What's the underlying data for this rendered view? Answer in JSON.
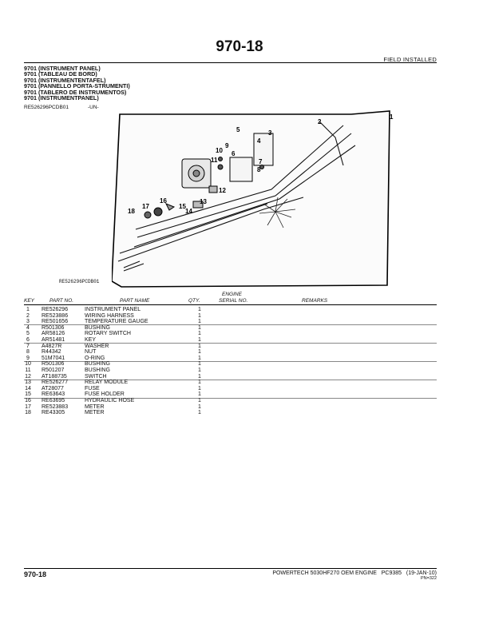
{
  "page_title": "970-18",
  "field_installed": "FIELD  INSTALLED",
  "titles": [
    "9701 (INSTRUMENT PANEL)",
    "9701 (TABLEAU DE BORD)",
    "9701 (INSTRUMENTENTAFEL)",
    "9701 (PANNELLO PORTA-STRUMENTI)",
    "9701 (TABLERO DE INSTRUMENTOS)",
    "9701 (INSTRUMENTPANEL)"
  ],
  "image_ref": "RE526296PCDB01",
  "image_un": "-UN-",
  "illustration": {
    "ref_label": "RE526296PCDB01",
    "callouts": [
      "1",
      "2",
      "3",
      "4",
      "5",
      "6",
      "7",
      "8",
      "9",
      "10",
      "11",
      "12",
      "13",
      "14",
      "15",
      "16",
      "17",
      "18"
    ]
  },
  "table": {
    "engine_header": "ENGINE",
    "headers": {
      "key": "KEY",
      "part_no": "PART NO.",
      "part_name": "PART NAME",
      "qty": "QTY.",
      "serial": "SERIAL NO.",
      "remarks": "REMARKS"
    },
    "rows": [
      {
        "key": "1",
        "part": "RE526296",
        "name": "INSTRUMENT PANEL",
        "qty": "1"
      },
      {
        "key": "2",
        "part": "RE523886",
        "name": "WIRING HARNESS",
        "qty": "1"
      },
      {
        "key": "3",
        "part": "RE501656",
        "name": "TEMPERATURE GAUGE",
        "qty": "1"
      },
      {
        "key": "4",
        "part": "R501306",
        "name": "BUSHING",
        "qty": "1"
      },
      {
        "key": "5",
        "part": "AR58126",
        "name": "ROTARY SWITCH",
        "qty": "1"
      },
      {
        "key": "6",
        "part": "AR51481",
        "name": "KEY",
        "qty": "1"
      },
      {
        "key": "7",
        "part": "A4827R",
        "name": "WASHER",
        "qty": "1"
      },
      {
        "key": "8",
        "part": "R44342",
        "name": "NUT",
        "qty": "1"
      },
      {
        "key": "9",
        "part": "51M7041",
        "name": "O-RING",
        "qty": "1"
      },
      {
        "key": "10",
        "part": "R501306",
        "name": "BUSHING",
        "qty": "1"
      },
      {
        "key": "11",
        "part": "R501207",
        "name": "BUSHING",
        "qty": "1"
      },
      {
        "key": "12",
        "part": "AT188735",
        "name": "SWITCH",
        "qty": "1"
      },
      {
        "key": "13",
        "part": "RE526277",
        "name": "RELAY MODULE",
        "qty": "1"
      },
      {
        "key": "14",
        "part": "AT28077",
        "name": "FUSE",
        "qty": "1"
      },
      {
        "key": "15",
        "part": "RE63643",
        "name": "FUSE HOLDER",
        "qty": "1"
      },
      {
        "key": "16",
        "part": "RE63695",
        "name": "HYDRAULIC HOSE",
        "qty": "1"
      },
      {
        "key": "17",
        "part": "RE523883",
        "name": "METER",
        "qty": "1"
      },
      {
        "key": "18",
        "part": "RE43305",
        "name": "METER",
        "qty": "1"
      }
    ]
  },
  "footer": {
    "page": "970-18",
    "product": "POWERTECH 5030HF270 OEM ENGINE",
    "catalog": "PC9385",
    "date": "(19-JAN-10)",
    "pn": "PN=322"
  }
}
